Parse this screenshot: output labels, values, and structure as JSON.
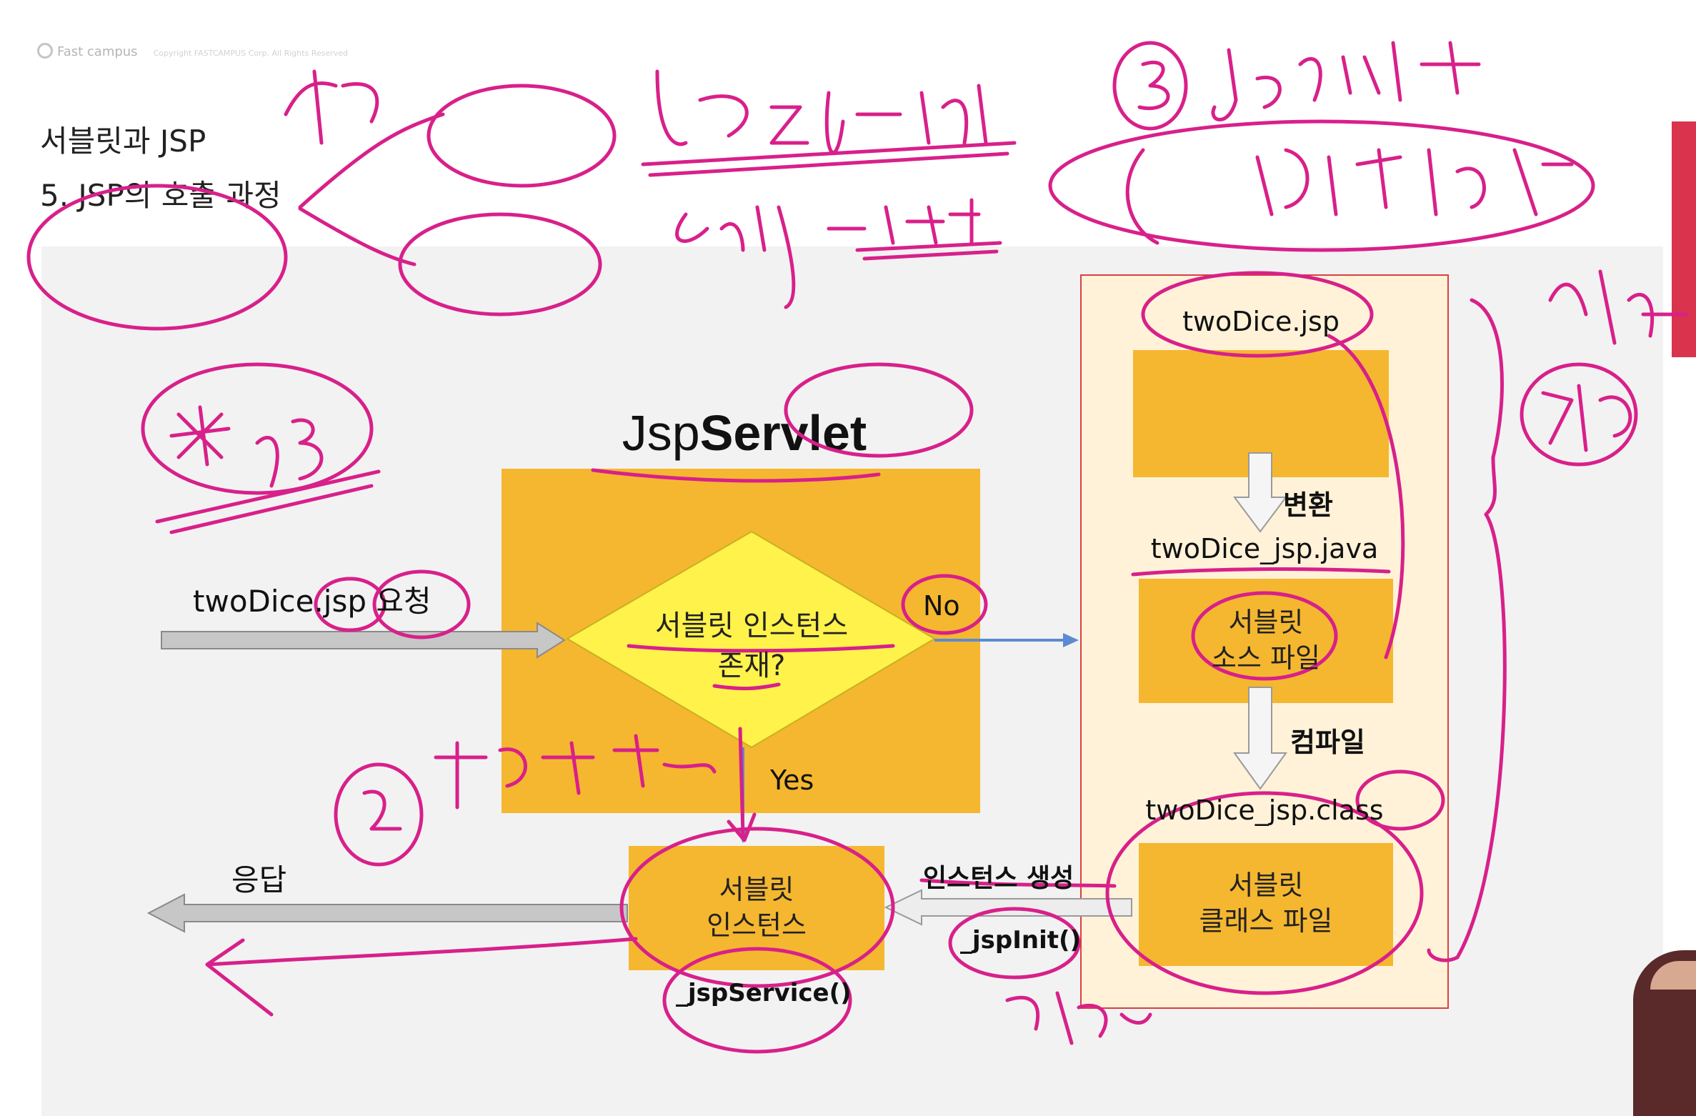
{
  "logo": {
    "text": "Fast campus",
    "copyright": "Copyright FASTCAMPUS Corp. All Rights Reserved"
  },
  "slide": {
    "line1": "서블릿과 JSP",
    "line2": "5. JSP의 호출 과정"
  },
  "diagram": {
    "title_prefix": "Jsp",
    "title_bold": "Servlet",
    "request_label": "twoDice.jsp 요청",
    "decision_line1": "서블릿 인스턴스",
    "decision_line2": "존재?",
    "no_label": "No",
    "yes_label": "Yes",
    "response_label": "응답",
    "instance_line1": "서블릿",
    "instance_line2": "인스턴스",
    "jspservice": "_jspService()",
    "create_instance": "인스턴스 생성",
    "jspinit": "_jspInit()",
    "panel_file_jsp": "twoDice.jsp",
    "convert_label": "변환",
    "panel_file_java": "twoDice_jsp.java",
    "source_line1": "서블릿",
    "source_line2": "소스 파일",
    "compile_label": "컴파일",
    "panel_file_class": "twoDice_jsp.class",
    "class_line1": "서블릿",
    "class_line2": "클래스 파일"
  },
  "colors": {
    "orange": "#f5b730",
    "yellow_diamond": "#fff24a",
    "panel_bg": "#fff2d8",
    "panel_border": "#d94040",
    "annotation": "#d8208a",
    "arrow_gray": "#c7c7c7",
    "arrow_blue": "#5b8bd0"
  }
}
